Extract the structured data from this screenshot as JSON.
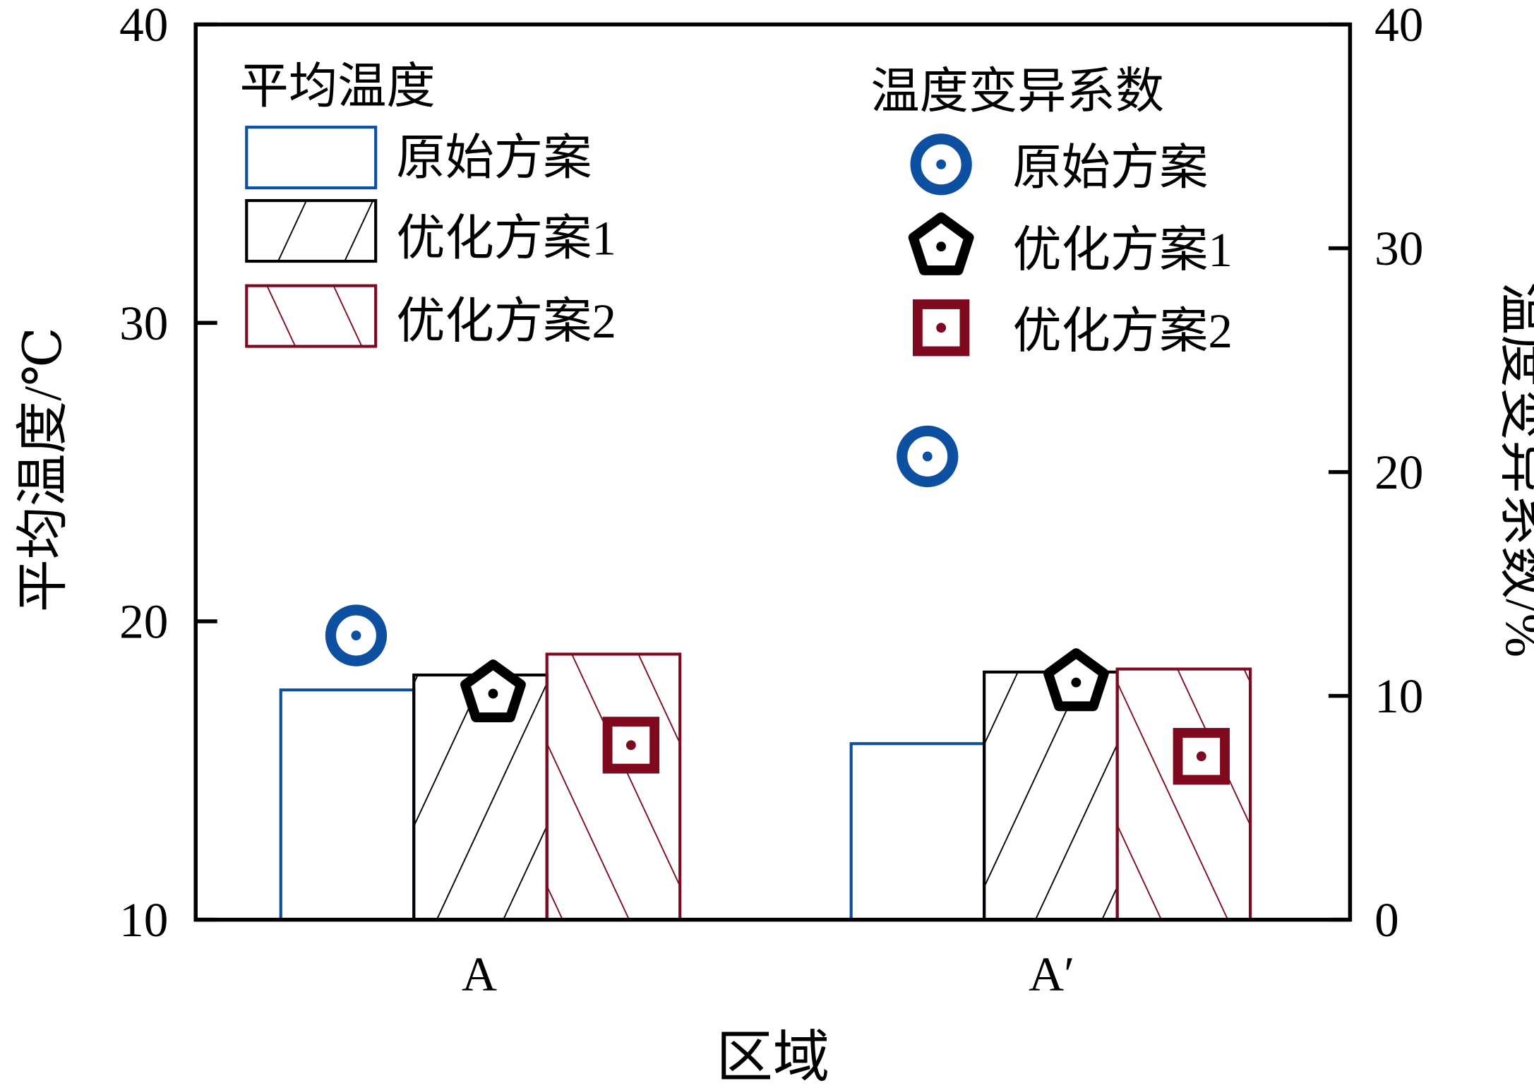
{
  "chart_data": {
    "type": "bar",
    "xlabel": "区域",
    "ylabel": "平均温度/℃",
    "y2label": "温度变异系数/%",
    "categories": [
      "A",
      "A′"
    ],
    "ylim": [
      10,
      40
    ],
    "y2lim": [
      0,
      40
    ],
    "yticks": [
      "10",
      "20",
      "30",
      "40"
    ],
    "y2ticks": [
      "0",
      "10",
      "20",
      "30",
      "40"
    ],
    "legend_left_title": "平均温度",
    "legend_right_title": "温度变异系数",
    "legend_placement": "top",
    "series": [
      {
        "name": "原始方案",
        "color": "#0d4fa0",
        "bar_values": [
          17.7,
          15.9
        ],
        "cv_values": [
          12.7,
          20.7
        ],
        "marker": "circle"
      },
      {
        "name": "优化方案1",
        "color": "#000000",
        "bar_values": [
          18.2,
          18.3
        ],
        "cv_values": [
          10.1,
          10.6
        ],
        "marker": "pentagon"
      },
      {
        "name": "优化方案2",
        "color": "#7f0a1f",
        "bar_values": [
          18.9,
          18.4
        ],
        "cv_values": [
          7.8,
          7.3
        ],
        "marker": "square"
      }
    ]
  }
}
